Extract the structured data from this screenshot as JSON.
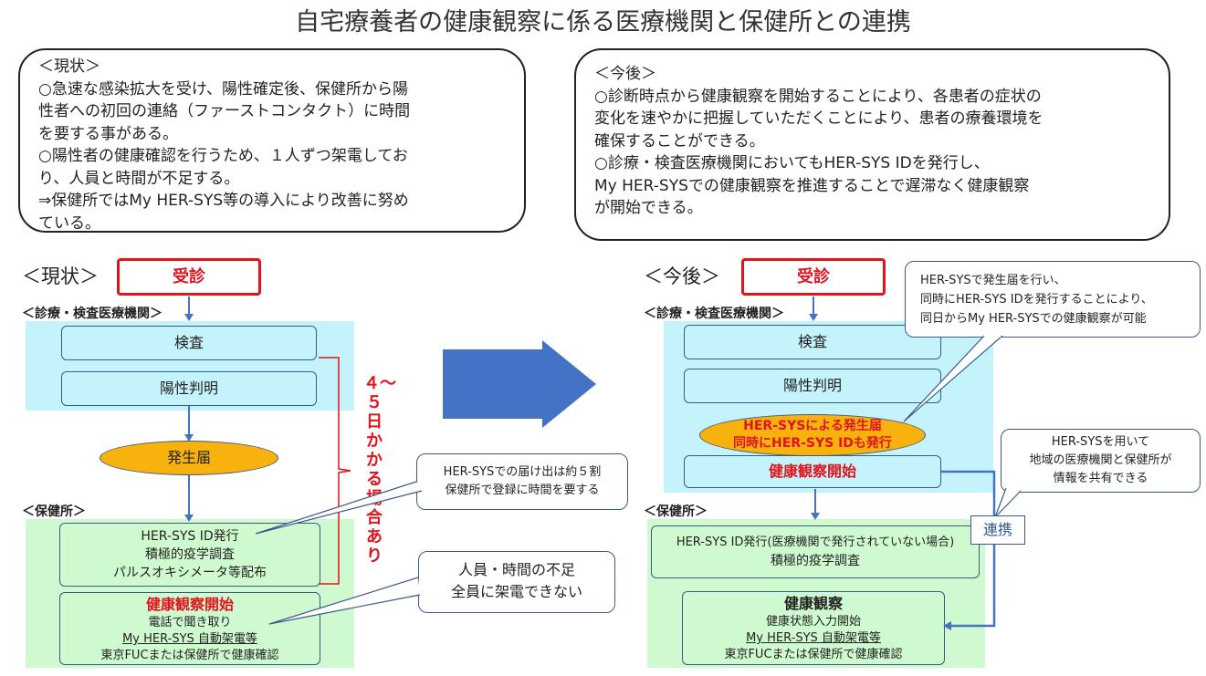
{
  "title": "自宅療養者の健康観察に係る医療機関と保健所との連携",
  "current_box": {
    "lines": [
      "＜現状＞",
      "○急速な感染拡大を受け、陽性確定後、保健所から陽",
      "性者への初回の連絡（ファーストコンタクト）に時間",
      "を要する事がある。",
      "○陽性者の健康確認を行うため、１人ずつ架電してお",
      "り、人員と時間が不足する。",
      "⇒保健所ではMy HER-SYS等の導入により改善に努め",
      "ている。"
    ]
  },
  "future_box": {
    "lines": [
      "＜今後＞",
      "○診断時点から健康観察を開始することにより、各患者の症状の",
      "変化を速やかに把握していただくことにより、患者の療養環境を",
      "確保することができる。",
      "○診療・検査医療機関においてもHER-SYS IDを発行し、",
      "My HER-SYSでの健康観察を推進することで遅滞なく健康観察",
      "が開始できる。"
    ]
  },
  "left": {
    "section_label": "＜現状＞",
    "visit": "受診",
    "clinic_label": "＜診療・検査医療機関＞",
    "test": "検査",
    "positive": "陽性判明",
    "notification": "発生届",
    "health_center_label": "＜保健所＞",
    "hc_lines": [
      "HER-SYS ID発行",
      "積極的疫学調査",
      "パルスオキシメータ等配布"
    ],
    "obs_title": "健康観察開始",
    "obs_lines": [
      "電話で聞き取り",
      "My HER-SYS 自動架電等",
      "東京FUCまたは保健所で健康確認"
    ],
    "days_note": "４〜５日かかる場合あり",
    "callout1": [
      "HER-SYSでの届け出は約５割",
      "保健所で登録に時間を要する"
    ],
    "callout2": [
      "人員・時間の不足",
      "全員に架電できない"
    ]
  },
  "right": {
    "section_label": "＜今後＞",
    "visit": "受診",
    "clinic_label": "＜診療・検査医療機関＞",
    "test": "検査",
    "positive": "陽性判明",
    "notification_lines": [
      "HER-SYSによる発生届",
      "同時にHER-SYS IDも発行"
    ],
    "obs_start": "健康観察開始",
    "health_center_label": "＜保健所＞",
    "hc_lines": [
      "HER-SYS ID発行(医療機関で発行されていない場合)",
      "積極的疫学調査"
    ],
    "obs_title": "健康観察",
    "obs_lines": [
      "健康状態入力開始",
      "My HER-SYS 自動架電等",
      "東京FUCまたは保健所で健康確認"
    ],
    "callout1": [
      "HER-SYSで発生届を行い、",
      "同時にHER-SYS IDを発行することにより、",
      "同日からMy HER-SYSでの健康観察が可能"
    ],
    "callout2": [
      "HER-SYSを用いて",
      "地域の医療機関と保健所が",
      "情報を共有できる"
    ],
    "link_label": "連携"
  },
  "colors": {
    "accent_red": "#e0141e",
    "arrow_blue": "#4472c4",
    "oval_orange": "#f7b20d",
    "clinic_bg": "#c5f3fb",
    "center_bg": "#cff9cf"
  }
}
